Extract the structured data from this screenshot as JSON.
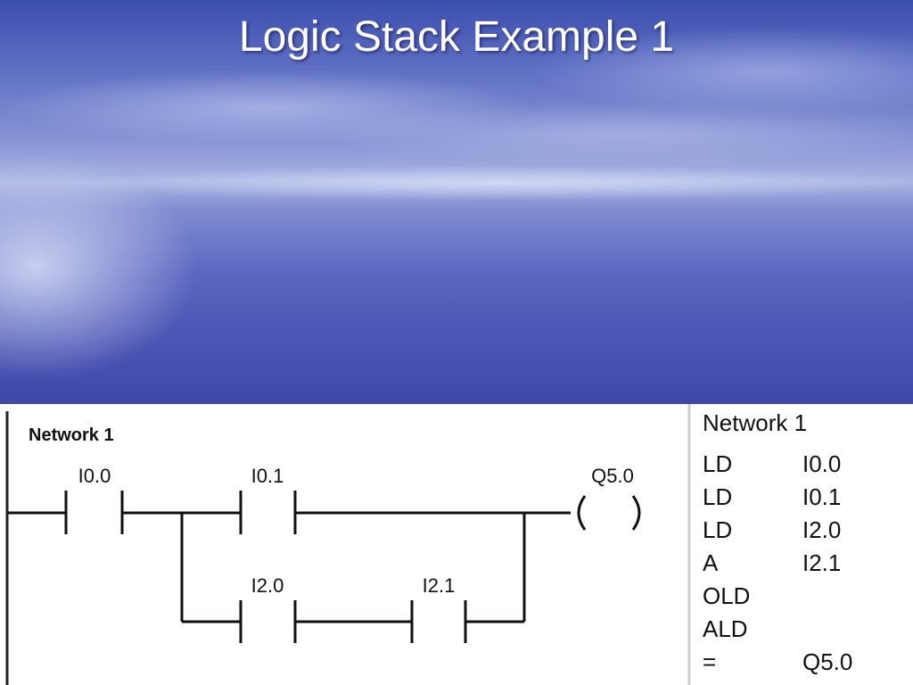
{
  "slide": {
    "title": "Logic Stack Example 1"
  },
  "ladder": {
    "network_label": "Network 1",
    "contacts": {
      "i00": "I0.0",
      "i01": "I0.1",
      "i20": "I2.0",
      "i21": "I2.1"
    },
    "coil": "Q5.0"
  },
  "stl": {
    "network_label": "Network 1",
    "rows": [
      {
        "op": "LD",
        "arg": "I0.0"
      },
      {
        "op": "LD",
        "arg": "I0.1"
      },
      {
        "op": "LD",
        "arg": "I2.0"
      },
      {
        "op": "A",
        "arg": "I2.1"
      },
      {
        "op": "OLD",
        "arg": ""
      },
      {
        "op": "ALD",
        "arg": ""
      },
      {
        "op": "=",
        "arg": "Q5.0"
      }
    ]
  }
}
